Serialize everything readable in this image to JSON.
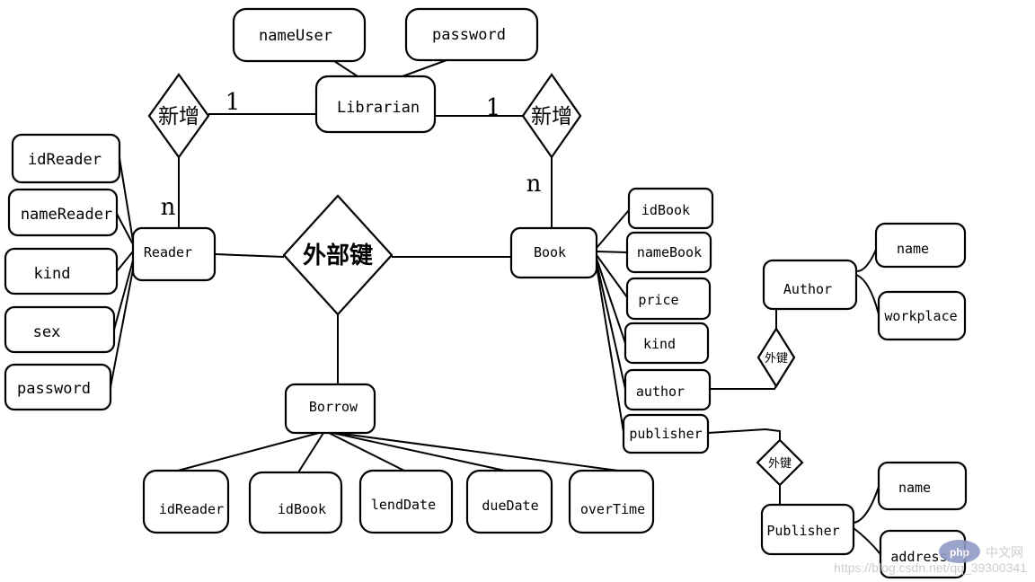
{
  "entities": {
    "librarian": "Librarian",
    "reader": "Reader",
    "book": "Book",
    "borrow": "Borrow",
    "author": "Author",
    "publisher": "Publisher"
  },
  "relationships": {
    "add_left": "新增",
    "add_right": "新增",
    "foreign_key_main": "外部键",
    "foreign_key_author": "外键",
    "foreign_key_publisher": "外键"
  },
  "cardinality": {
    "left_one": "1",
    "right_one": "1",
    "left_many": "n",
    "right_many": "n"
  },
  "librarian_attributes": [
    "nameUser",
    "password"
  ],
  "reader_attributes": [
    "idReader",
    "nameReader",
    "kind",
    "sex",
    "password"
  ],
  "book_attributes": [
    "idBook",
    "nameBook",
    "price",
    "kind",
    "author",
    "publisher"
  ],
  "borrow_attributes": [
    "idReader",
    "idBook",
    "lendDate",
    "dueDate",
    "overTime"
  ],
  "author_attributes": [
    "name",
    "workplace"
  ],
  "publisher_attributes": [
    "name",
    "address"
  ],
  "watermark": {
    "logo": "php",
    "site": "中文网",
    "url": "https://blog.csdn.net/qq_39300341"
  }
}
